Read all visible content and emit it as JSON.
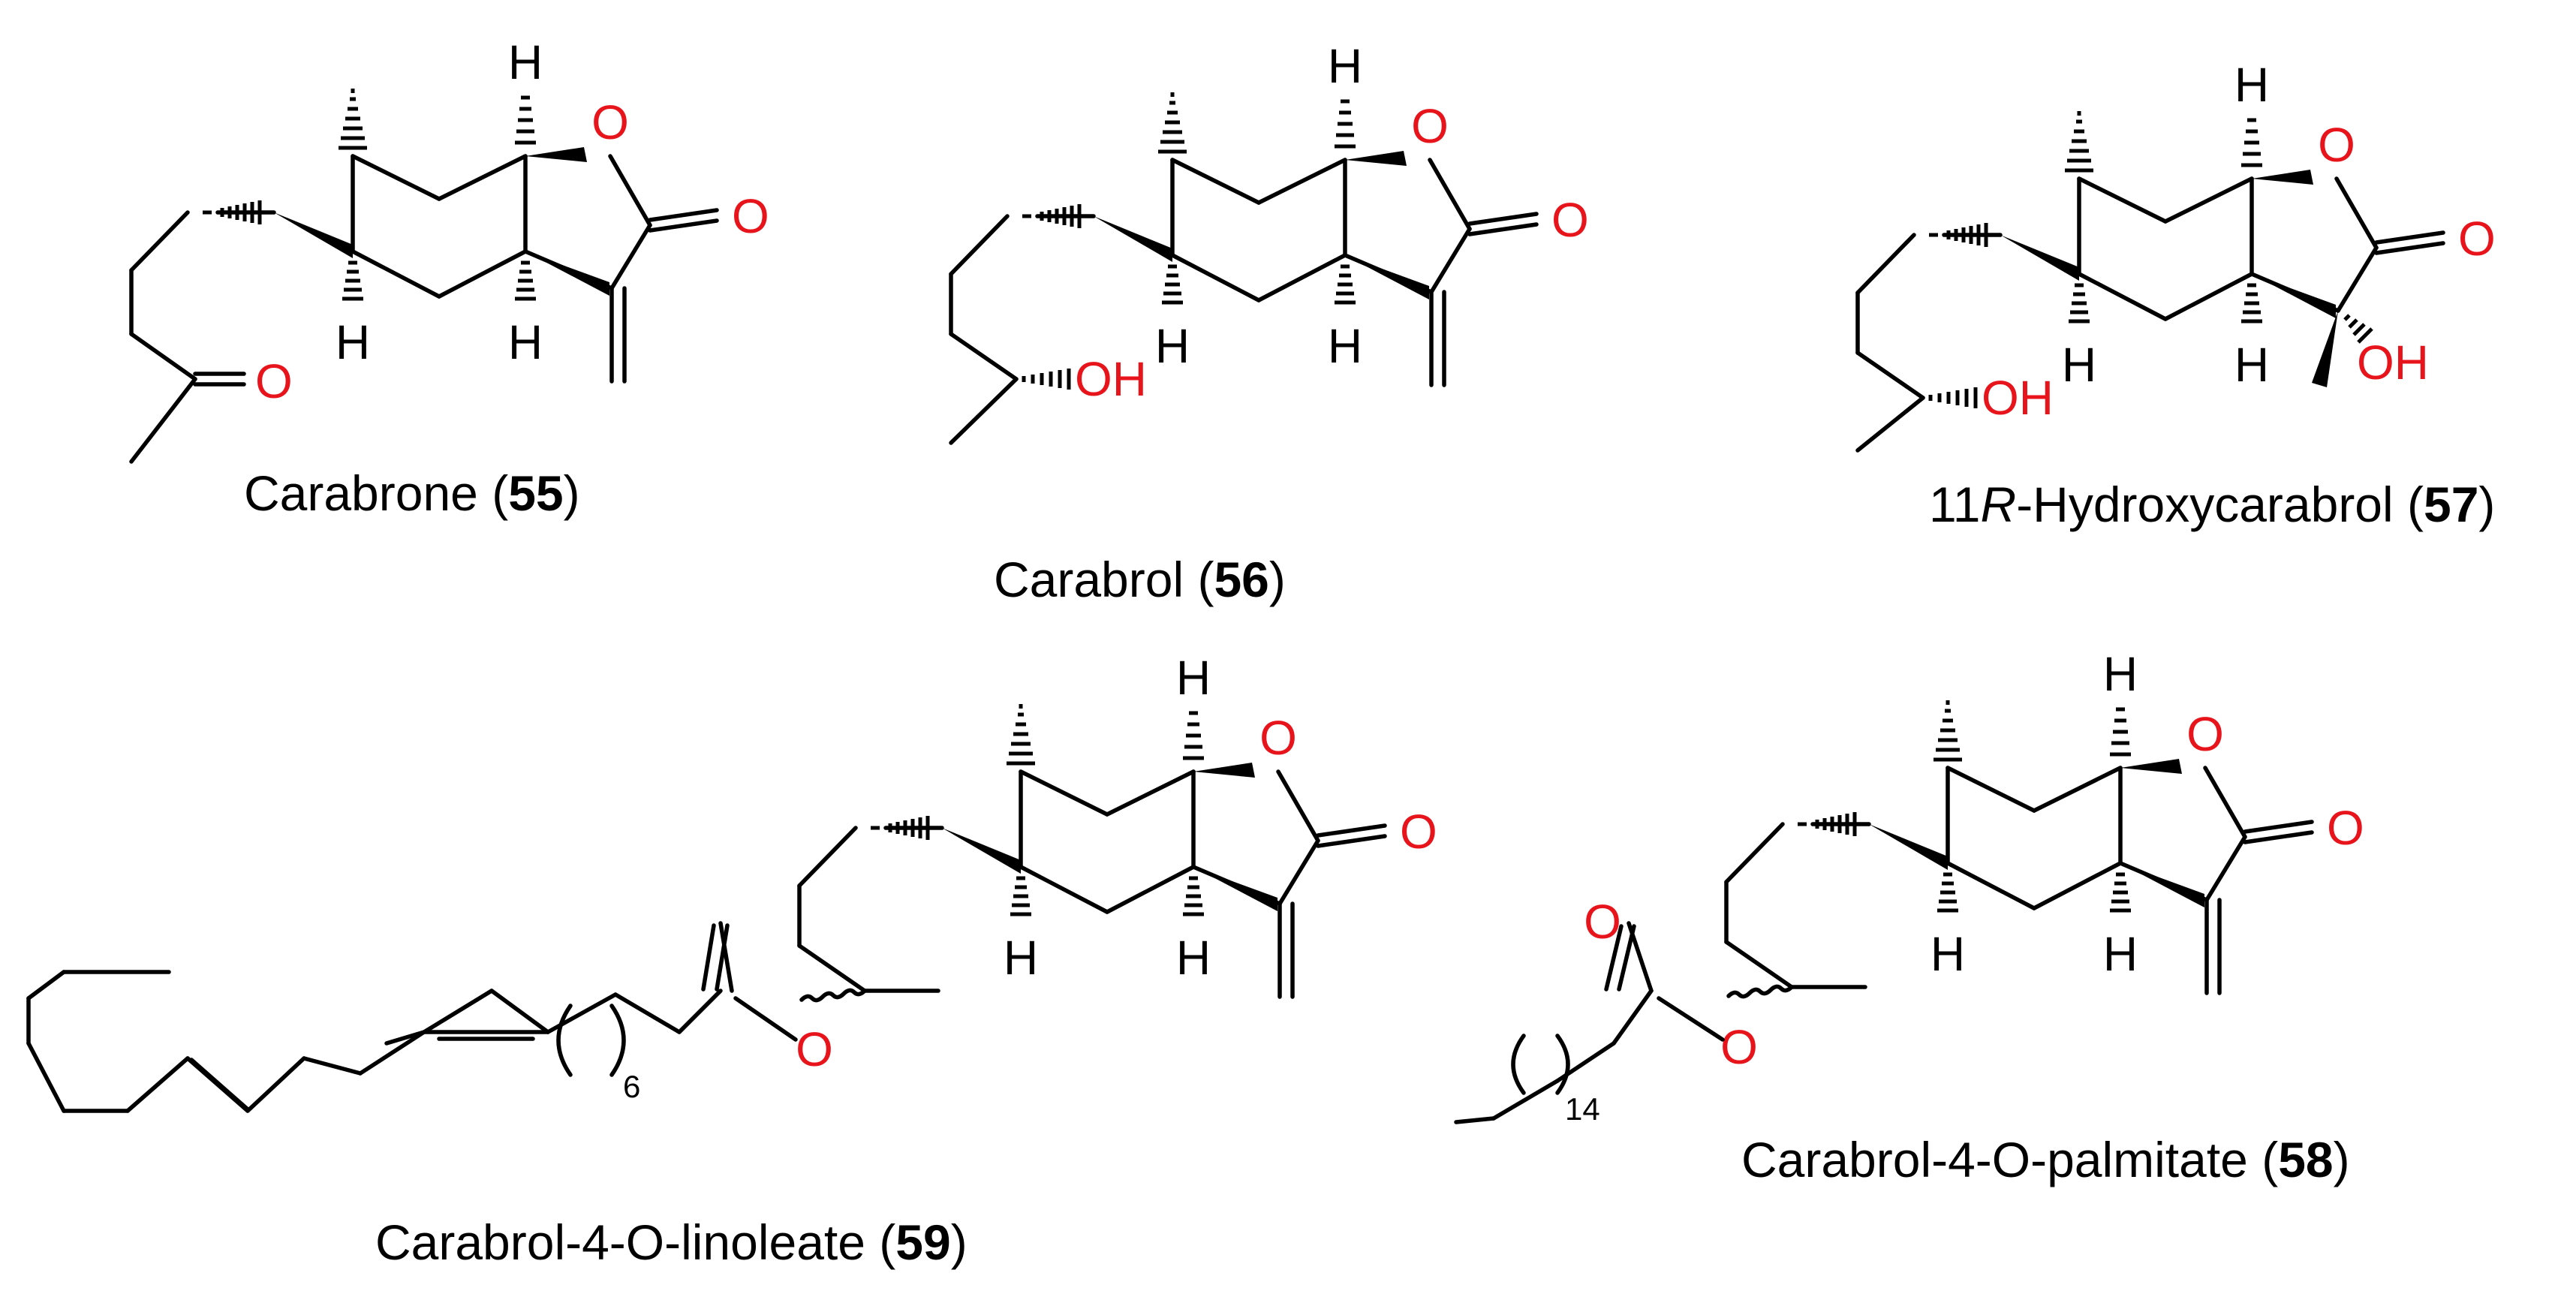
{
  "colors": {
    "bond": "#000000",
    "hetero_atom": "#e8141c",
    "hydrogen": "#000000",
    "background": "#ffffff"
  },
  "atoms": {
    "oxygen": "O",
    "hydroxyl": "OH",
    "hydrogen": "H"
  },
  "subscripts": {
    "linoleate_repeat": "6",
    "palmitate_repeat": "14"
  },
  "compounds": [
    {
      "name": "Carabrone",
      "open": " (",
      "number": "55",
      "close": ")"
    },
    {
      "name": "Carabrol",
      "open": " (",
      "number": "56",
      "close": ")"
    },
    {
      "prefix": "11",
      "italic": "R",
      "name": "-Hydroxycarabrol",
      "open": " (",
      "number": "57",
      "close": ")"
    },
    {
      "name": "Carabrol-4-O-palmitate",
      "open": " (",
      "number": "58",
      "close": ")"
    },
    {
      "name": "Carabrol-4-O-linoleate",
      "open": " (",
      "number": "59",
      "close": ")"
    }
  ]
}
